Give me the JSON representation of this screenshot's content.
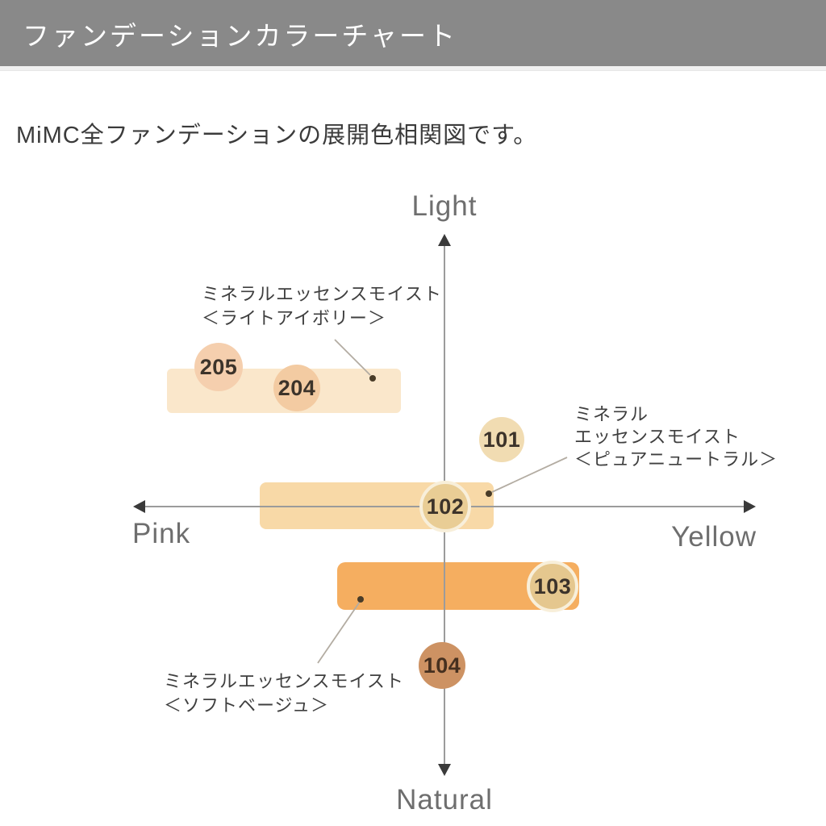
{
  "header": {
    "title": "ファンデーションカラーチャート"
  },
  "intro": {
    "text": "MiMC全ファンデーションの展開色相関図です。"
  },
  "chart_data": {
    "type": "scatter",
    "title": "ファンデーションカラーチャート",
    "subtitle": "MiMC全ファンデーションの展開色相関図です。",
    "axes": {
      "x": {
        "negative_label": "Pink",
        "positive_label": "Yellow",
        "range": [
          -1,
          1
        ]
      },
      "y": {
        "positive_label": "Light",
        "negative_label": "Natural",
        "range": [
          -1,
          1
        ]
      }
    },
    "grid": false,
    "legend": false,
    "points": [
      {
        "label": "205",
        "x": -0.73,
        "y": 0.52,
        "color": "#f5cfae",
        "product": "ミネラルエッセンスモイスト＜ライトアイボリー＞"
      },
      {
        "label": "204",
        "x": -0.48,
        "y": 0.44,
        "color": "#f3cba2",
        "product": "ミネラルエッセンスモイスト＜ライトアイボリー＞"
      },
      {
        "label": "101",
        "x": 0.18,
        "y": 0.25,
        "color": "#f1dcb2",
        "product": "ミネラルエッセンスモイスト＜ピュアニュートラル＞"
      },
      {
        "label": "102",
        "x": 0.0,
        "y": 0.0,
        "color": "#e9cd95",
        "product": "ミネラルエッセンスモイスト＜ピュアニュートラル＞"
      },
      {
        "label": "103",
        "x": 0.35,
        "y": -0.3,
        "color": "#e5c78e",
        "product": "ミネラルエッセンスモイスト＜ソフトベージュ＞"
      },
      {
        "label": "104",
        "x": -0.01,
        "y": -0.59,
        "color": "#cd9263",
        "product": "ミネラルエッセンスモイスト＜ソフトベージュ＞"
      }
    ],
    "bands": [
      {
        "product": "ミネラルエッセンスモイスト＜ライトアイボリー＞",
        "x_from": -0.89,
        "x_to": -0.14,
        "y_center": 0.43,
        "color": "#fae7cb"
      },
      {
        "product": "ミネラルエッセンスモイスト＜ピュアニュートラル＞",
        "x_from": -0.59,
        "x_to": 0.16,
        "y_center": 0.0,
        "color": "#f8d9a7"
      },
      {
        "product": "ミネラルエッセンスモイスト＜ソフトベージュ＞",
        "x_from": -0.35,
        "x_to": 0.43,
        "y_center": -0.3,
        "color": "#f5ae60"
      }
    ]
  },
  "axis_labels": {
    "top": "Light",
    "bottom": "Natural",
    "left": "Pink",
    "right": "Yellow"
  },
  "bands": {
    "light_ivory": {
      "color": "#fae7cb"
    },
    "pure_neutral": {
      "color": "#f8d9a7"
    },
    "soft_beige": {
      "color": "#f5ae60"
    }
  },
  "shades": {
    "s205": {
      "label": "205",
      "color": "#f5cfae"
    },
    "s204": {
      "label": "204",
      "color": "#f3cba2"
    },
    "s101": {
      "label": "101",
      "color": "#f1dcb2"
    },
    "s102": {
      "label": "102",
      "color": "#e9cd95"
    },
    "s103": {
      "label": "103",
      "color": "#e5c78e"
    },
    "s104": {
      "label": "104",
      "color": "#cd9263"
    }
  },
  "annotations": {
    "light_ivory": {
      "line1": "ミネラルエッセンスモイスト",
      "line2": "＜ライトアイボリー＞"
    },
    "pure_neutral": {
      "line1": "ミネラル",
      "line2": "エッセンスモイスト",
      "line3": "＜ピュアニュートラル＞"
    },
    "soft_beige": {
      "line1": "ミネラルエッセンスモイスト",
      "line2": "＜ソフトベージュ＞"
    }
  }
}
